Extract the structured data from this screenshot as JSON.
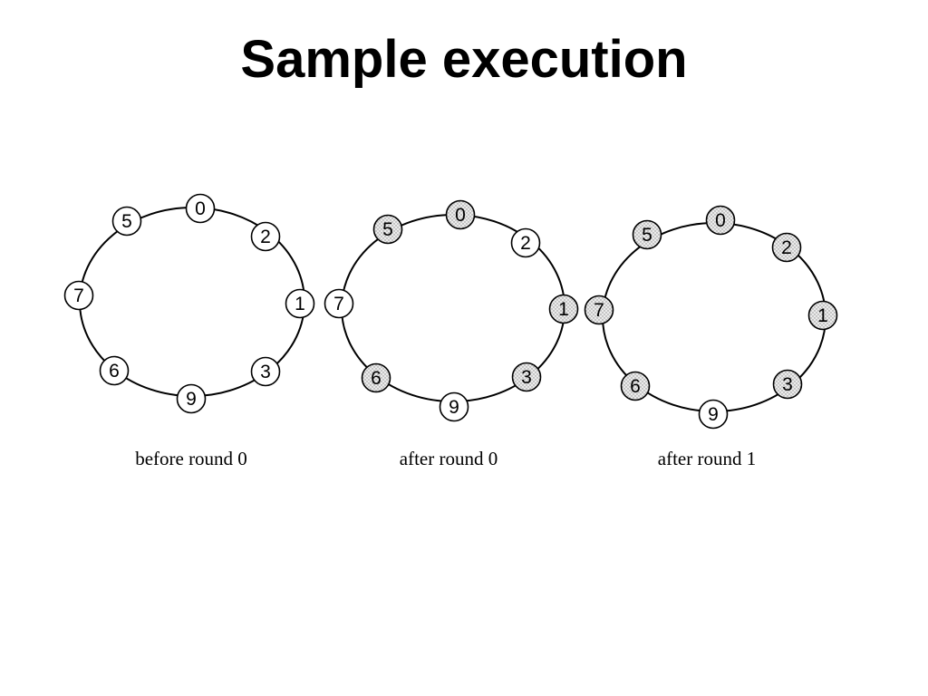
{
  "title": "Sample execution",
  "colors": {
    "unmarked": "#ffffff",
    "marked": "#d9d9d9",
    "stroke": "#000000"
  },
  "diagrams": [
    {
      "caption": "before round 0",
      "nodes": [
        {
          "label": "0",
          "marked": false
        },
        {
          "label": "2",
          "marked": false
        },
        {
          "label": "1",
          "marked": false
        },
        {
          "label": "3",
          "marked": false
        },
        {
          "label": "9",
          "marked": false
        },
        {
          "label": "6",
          "marked": false
        },
        {
          "label": "7",
          "marked": false
        },
        {
          "label": "5",
          "marked": false
        }
      ]
    },
    {
      "caption": "after round 0",
      "nodes": [
        {
          "label": "0",
          "marked": true
        },
        {
          "label": "2",
          "marked": false
        },
        {
          "label": "1",
          "marked": true
        },
        {
          "label": "3",
          "marked": true
        },
        {
          "label": "9",
          "marked": false
        },
        {
          "label": "6",
          "marked": true
        },
        {
          "label": "7",
          "marked": false
        },
        {
          "label": "5",
          "marked": true
        }
      ]
    },
    {
      "caption": "after round 1",
      "nodes": [
        {
          "label": "0",
          "marked": true
        },
        {
          "label": "2",
          "marked": true
        },
        {
          "label": "1",
          "marked": true
        },
        {
          "label": "3",
          "marked": true
        },
        {
          "label": "9",
          "marked": false
        },
        {
          "label": "6",
          "marked": true
        },
        {
          "label": "7",
          "marked": true
        },
        {
          "label": "5",
          "marked": true
        }
      ]
    }
  ]
}
